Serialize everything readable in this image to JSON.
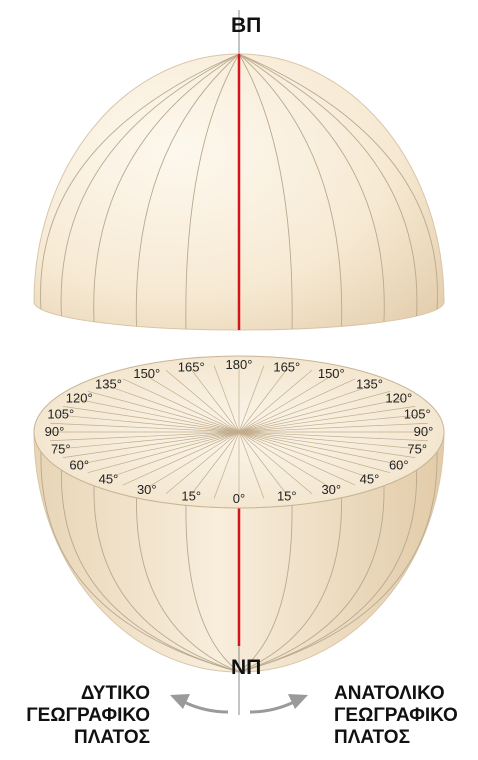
{
  "north_pole_label": "ΒΠ",
  "south_pole_label": "ΝΠ",
  "west_caption": [
    "ΔΥΤΙΚΟ",
    "ΓΕΩΓΡΑΦΙΚΟ",
    "ΠΛΑΤΟΣ"
  ],
  "east_caption": [
    "ΑΝΑΤΟΛΙΚΟ",
    "ΓΕΩΓΡΑΦΙΚΟ",
    "ΠΛΑΤΟΣ"
  ],
  "degree_labels": [
    {
      "text": "0°",
      "angle": 0
    },
    {
      "text": "15°",
      "angle": 15
    },
    {
      "text": "30°",
      "angle": 30
    },
    {
      "text": "45°",
      "angle": 45
    },
    {
      "text": "60°",
      "angle": 60
    },
    {
      "text": "75°",
      "angle": 75
    },
    {
      "text": "90°",
      "angle": 90
    },
    {
      "text": "105°",
      "angle": 105
    },
    {
      "text": "120°",
      "angle": 120
    },
    {
      "text": "135°",
      "angle": 135
    },
    {
      "text": "150°",
      "angle": 150
    },
    {
      "text": "165°",
      "angle": 165
    },
    {
      "text": "180°",
      "angle": 180
    },
    {
      "text": "165°",
      "angle": -165
    },
    {
      "text": "150°",
      "angle": -150
    },
    {
      "text": "135°",
      "angle": -135
    },
    {
      "text": "120°",
      "angle": -120
    },
    {
      "text": "105°",
      "angle": -105
    },
    {
      "text": "90°",
      "angle": -90
    },
    {
      "text": "75°",
      "angle": -75
    },
    {
      "text": "60°",
      "angle": -60
    },
    {
      "text": "45°",
      "angle": -45
    },
    {
      "text": "30°",
      "angle": -30
    },
    {
      "text": "15°",
      "angle": -15
    }
  ],
  "colors": {
    "globe_light": "#fbf3e4",
    "globe_dark": "#e6d2b4",
    "meridian": "#b9a98f",
    "prime_meridian": "#d4141c",
    "arrow": "#9a9a9a"
  }
}
